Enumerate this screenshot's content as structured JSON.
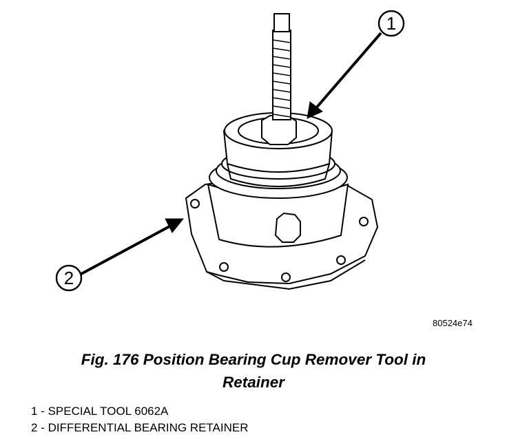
{
  "figure": {
    "callouts": [
      "1",
      "2"
    ],
    "code": "80524e74"
  },
  "caption": {
    "line1": "Fig. 176 Position Bearing Cup Remover Tool in",
    "line2": "Retainer"
  },
  "legend": [
    {
      "number": "1",
      "separator": " - ",
      "text": "SPECIAL TOOL 6062A"
    },
    {
      "number": "2",
      "separator": " - ",
      "text": "DIFFERENTIAL BEARING RETAINER"
    }
  ]
}
